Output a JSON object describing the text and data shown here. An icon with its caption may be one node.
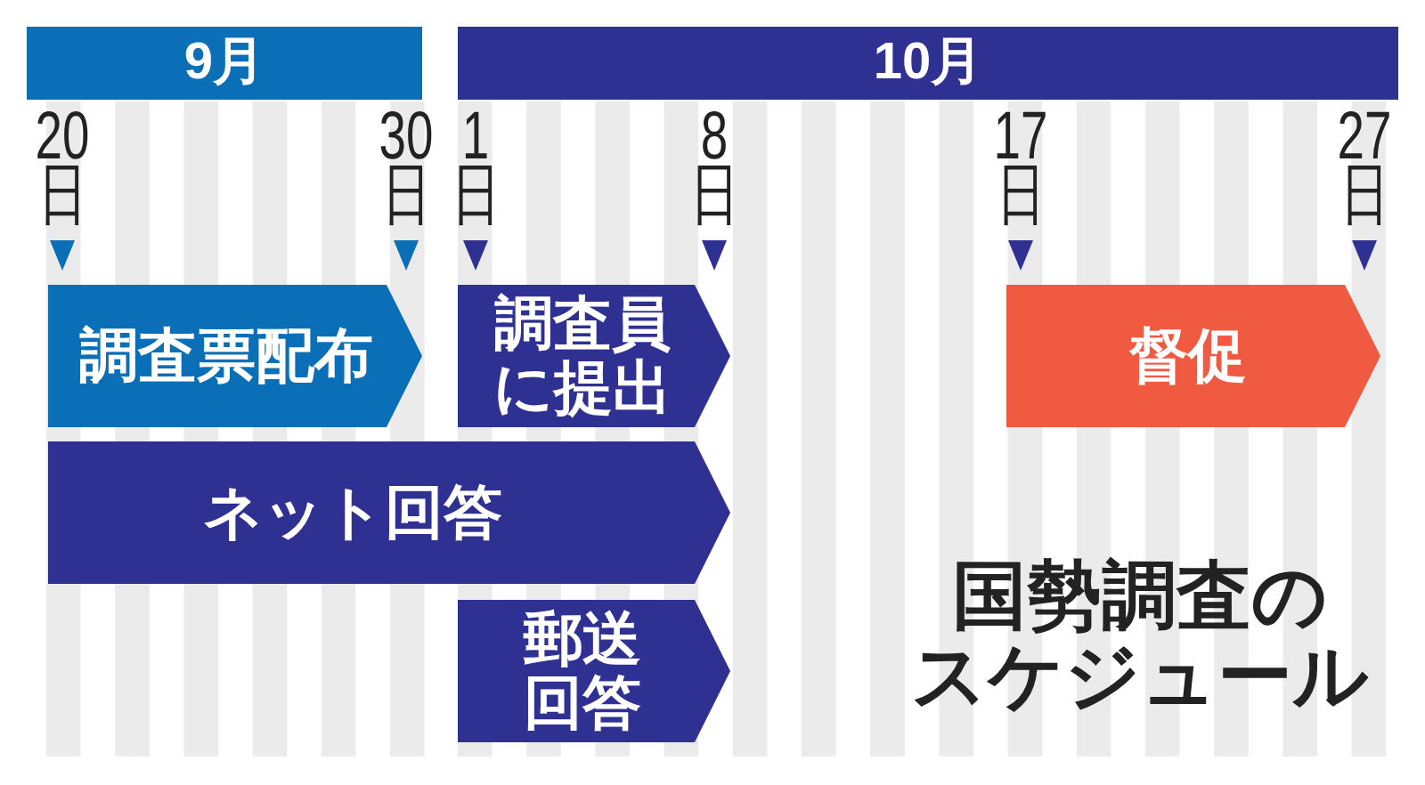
{
  "diagram": {
    "title": "国勢調査のスケジュール",
    "nodes": [
      {
        "text": [
          "9月"
        ]
      },
      {
        "text": [
          "10月"
        ]
      },
      {
        "text": [
          "調査票配布"
        ]
      },
      {
        "text": [
          "調査員に提出"
        ]
      },
      {
        "text": [
          "督促"
        ]
      },
      {
        "text": [
          "ネット回答"
        ]
      },
      {
        "text": [
          "郵送回答"
        ]
      }
    ],
    "labels": [
      "20日",
      "30日",
      "1日",
      "8日",
      "17日",
      "27日"
    ]
  }
}
